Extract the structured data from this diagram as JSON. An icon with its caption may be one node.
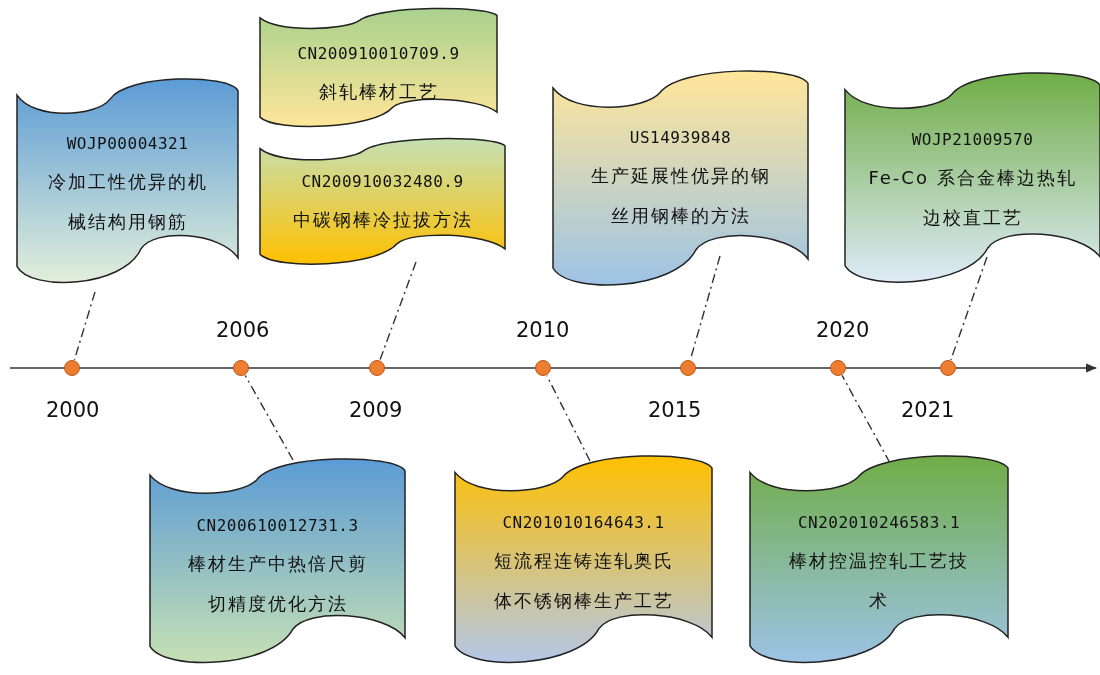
{
  "diagram": {
    "nodes": [
      {
        "text": [
          "WOJP00004321",
          "冷加工性优异的机械结构用钢筋"
        ]
      },
      {
        "text": [
          "CN200910010709.9",
          "斜轧棒材工艺"
        ]
      },
      {
        "text": [
          "CN200910032480.9",
          "中碳钢棒冷拉拔方法"
        ]
      },
      {
        "text": [
          "US14939848",
          "生产延展性优异的钢丝用钢棒的方法"
        ]
      },
      {
        "text": [
          "WOJP21009570",
          "Fe-Co 系合金棒边热轧边校直工艺"
        ]
      },
      {
        "text": [],
        "shape": "circle",
        "beside": [
          "2000"
        ]
      },
      {
        "text": [],
        "shape": "circle",
        "beside": [
          "2006"
        ]
      },
      {
        "text": [],
        "shape": "circle",
        "beside": [
          "2009"
        ]
      },
      {
        "text": [],
        "shape": "circle",
        "beside": [
          "2010"
        ]
      },
      {
        "text": [],
        "shape": "circle",
        "beside": [
          "2015"
        ]
      },
      {
        "text": [],
        "shape": "circle",
        "beside": [
          "2020"
        ]
      },
      {
        "text": [],
        "shape": "circle",
        "beside": [
          "2021"
        ]
      },
      {
        "text": [
          "CN200610012731.3",
          "棒材生产中热倍尺剪切精度优化方法"
        ]
      },
      {
        "text": [
          "CN201010164643.1",
          "短流程连铸连轧奥氏体不锈钢棒生产工艺"
        ]
      },
      {
        "text": [
          "CN202010246583.1",
          "棒材控温控轧工艺技术"
        ]
      }
    ],
    "edges": [
      {
        "from": 0,
        "to": 5,
        "arrow": "none",
        "style": "dashed"
      },
      {
        "from": 12,
        "to": 6,
        "arrow": "none",
        "style": "dashed"
      },
      {
        "from": 2,
        "to": 7,
        "arrow": "none",
        "style": "dashed"
      },
      {
        "from": 13,
        "to": 8,
        "arrow": "none",
        "style": "dashed"
      },
      {
        "from": 3,
        "to": 9,
        "arrow": "none",
        "style": "dashed"
      },
      {
        "from": 14,
        "to": 10,
        "arrow": "none",
        "style": "dashed"
      },
      {
        "from": 4,
        "to": 11,
        "arrow": "none",
        "style": "dashed"
      }
    ]
  }
}
